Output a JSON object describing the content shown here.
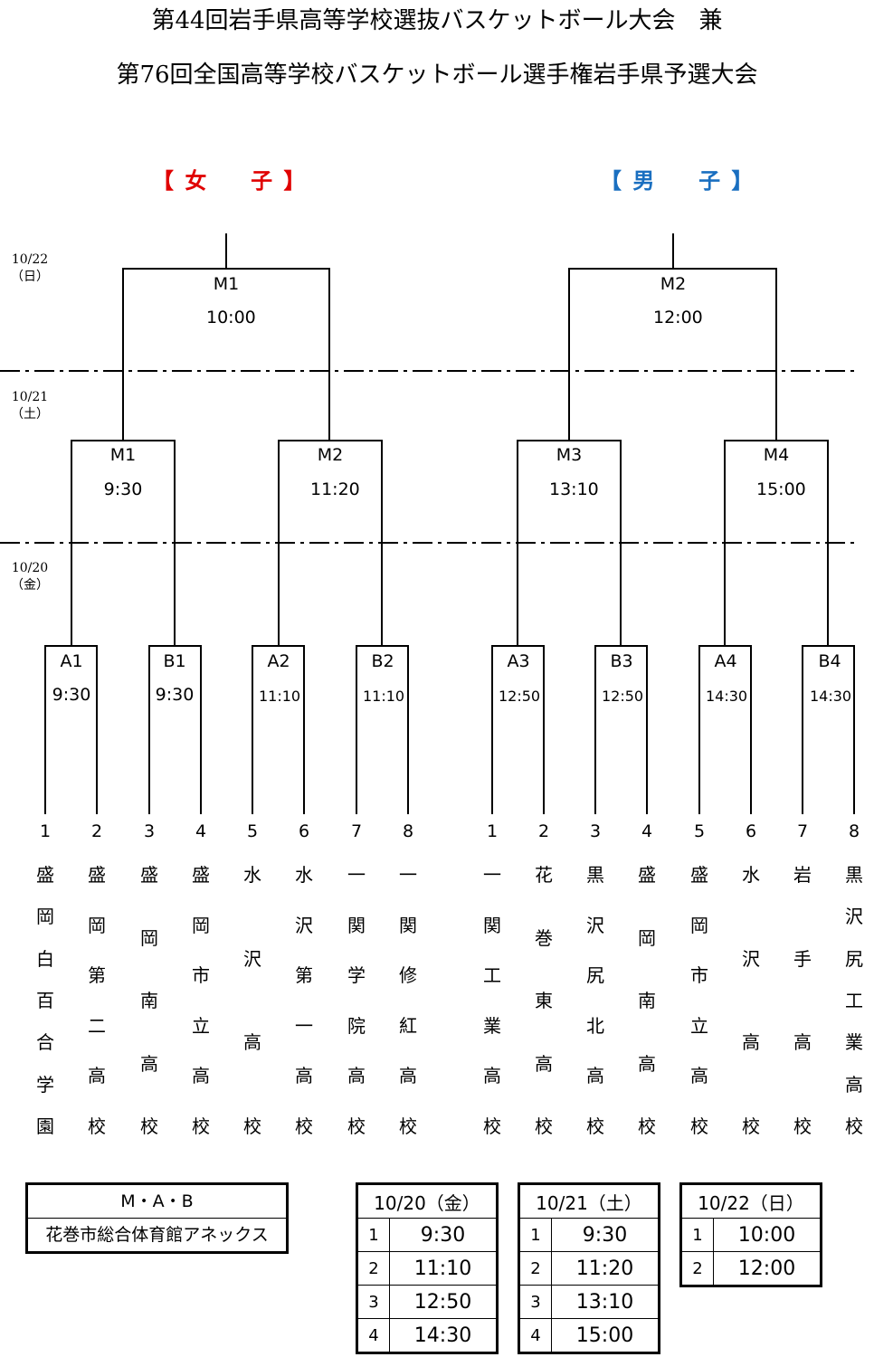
{
  "title_lines": [
    "第44回岩手県高等学校選抜バスケットボール大会　兼",
    "第76回全国高等学校バスケットボール選手権岩手県予選大会"
  ],
  "sections": {
    "girls": "【 女 　 子 】",
    "boys": "【 男 　 子 】",
    "girls_color": "#e00000",
    "boys_color": "#1a6fc0"
  },
  "date_labels": [
    {
      "date": "10/22",
      "weekday": "（日）"
    },
    {
      "date": "10/21",
      "weekday": "（土）"
    },
    {
      "date": "10/20",
      "weekday": "（金）"
    }
  ],
  "round3": [
    {
      "match": "M1",
      "time": "10:00"
    },
    {
      "match": "M2",
      "time": "12:00"
    }
  ],
  "round2": [
    {
      "match": "M1",
      "time": "9:30"
    },
    {
      "match": "M2",
      "time": "11:20"
    },
    {
      "match": "M3",
      "time": "13:10"
    },
    {
      "match": "M4",
      "time": "15:00"
    }
  ],
  "round1": [
    {
      "match": "A1",
      "time": "9:30"
    },
    {
      "match": "B1",
      "time": "9:30"
    },
    {
      "match": "A2",
      "time": "11:10"
    },
    {
      "match": "B2",
      "time": "11:10"
    },
    {
      "match": "A3",
      "time": "12:50"
    },
    {
      "match": "B3",
      "time": "12:50"
    },
    {
      "match": "A4",
      "time": "14:30"
    },
    {
      "match": "B4",
      "time": "14:30"
    }
  ],
  "girls_teams": [
    {
      "seed": "1",
      "name": "盛岡白百合学園"
    },
    {
      "seed": "2",
      "name": "盛岡第二高校"
    },
    {
      "seed": "3",
      "name": "盛岡南高校"
    },
    {
      "seed": "4",
      "name": "盛岡市立高校"
    },
    {
      "seed": "5",
      "name": "水沢高校"
    },
    {
      "seed": "6",
      "name": "水沢第一高校"
    },
    {
      "seed": "7",
      "name": "一関学院高校"
    },
    {
      "seed": "8",
      "name": "一関修紅高校"
    }
  ],
  "boys_teams": [
    {
      "seed": "1",
      "name": "一関工業高校"
    },
    {
      "seed": "2",
      "name": "花巻東高校"
    },
    {
      "seed": "3",
      "name": "黒沢尻北高校"
    },
    {
      "seed": "4",
      "name": "盛岡南高校"
    },
    {
      "seed": "5",
      "name": "盛岡市立高校"
    },
    {
      "seed": "6",
      "name": "水沢高校"
    },
    {
      "seed": "7",
      "name": "岩手高校"
    },
    {
      "seed": "8",
      "name": "黒沢尻工業高校"
    }
  ],
  "venue": {
    "matches": "M・A・B",
    "name": "花巻市総合体育館アネックス"
  },
  "schedule": [
    {
      "header": "10/20（金）",
      "rows": [
        [
          "1",
          "9:30"
        ],
        [
          "2",
          "11:10"
        ],
        [
          "3",
          "12:50"
        ],
        [
          "4",
          "14:30"
        ]
      ]
    },
    {
      "header": "10/21（土）",
      "rows": [
        [
          "1",
          "9:30"
        ],
        [
          "2",
          "11:20"
        ],
        [
          "3",
          "13:10"
        ],
        [
          "4",
          "15:00"
        ]
      ]
    },
    {
      "header": "10/22（日）",
      "rows": [
        [
          "1",
          "10:00"
        ],
        [
          "2",
          "12:00"
        ]
      ]
    }
  ]
}
